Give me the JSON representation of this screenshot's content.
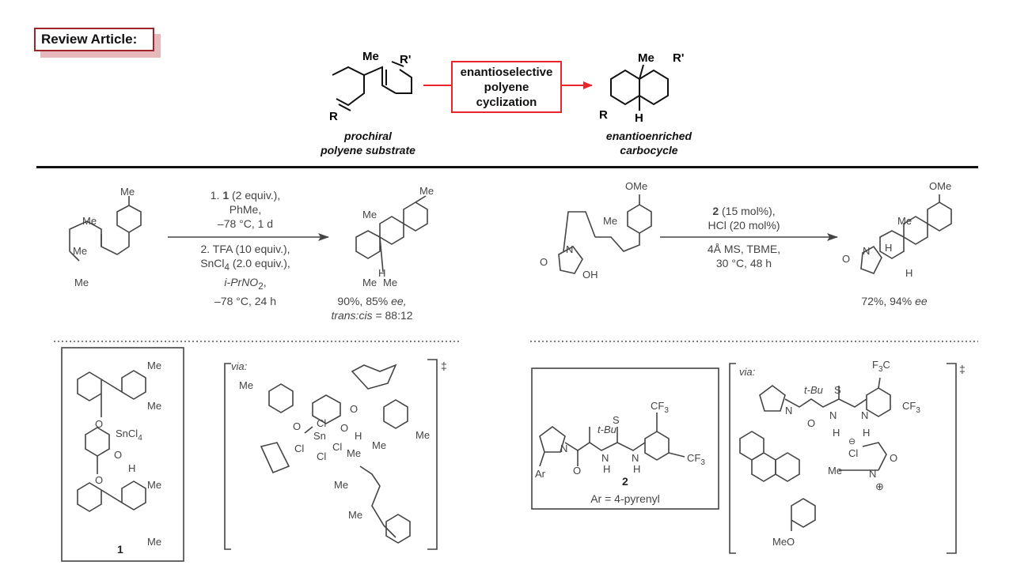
{
  "header": {
    "review_label": "Review Article:",
    "box_text": [
      "enantioselective",
      "polyene",
      "cyclization"
    ],
    "left_caption": [
      "prochiral",
      "polyene substrate"
    ],
    "right_caption": [
      "enantioenriched",
      "carbocycle"
    ]
  },
  "atoms": {
    "me": "Me",
    "r": "R",
    "rprime": "R'",
    "h": "H",
    "ome": "OMe",
    "meo": "MeO",
    "o": "O",
    "n": "N",
    "oh": "OH",
    "cl": "Cl",
    "sncl4": "SnCl",
    "sub4": "4",
    "s": "S",
    "cf3": "CF",
    "sub3": "3",
    "f3c": "F",
    "f3c_tail": "C",
    "tbu": "t-Bu",
    "sn": "Sn",
    "plus": "⊕",
    "minus": "⊖",
    "dagger": "‡",
    "via": "via:",
    "label1": "1",
    "label2": "2",
    "ar_def": "Ar = 4-pyrenyl",
    "ar": "Ar"
  },
  "left_reaction": {
    "cond_top": [
      {
        "bold": "1",
        "rest": " (2 equiv.),"
      },
      {
        "bold": "",
        "rest": "PhMe,"
      },
      {
        "bold": "",
        "rest": "–78 °C, 1 d"
      }
    ],
    "cond_bottom": [
      "2. TFA (10 equiv.),",
      "SnCl",
      "4",
      " (2.0 equiv.),",
      "i-PrNO",
      "2",
      ",",
      "–78 °C, 24 h"
    ],
    "result": [
      "90%, 85% ",
      "ee,",
      "trans:cis",
      " = 88:12"
    ]
  },
  "right_reaction": {
    "cond_top": [
      "2",
      " (15 mol%),",
      "HCl (20 mol%)"
    ],
    "cond_bottom": [
      "4Å MS, TBME,",
      "30 °C, 48 h"
    ],
    "result": [
      "72%, 94% ",
      "ee"
    ]
  }
}
